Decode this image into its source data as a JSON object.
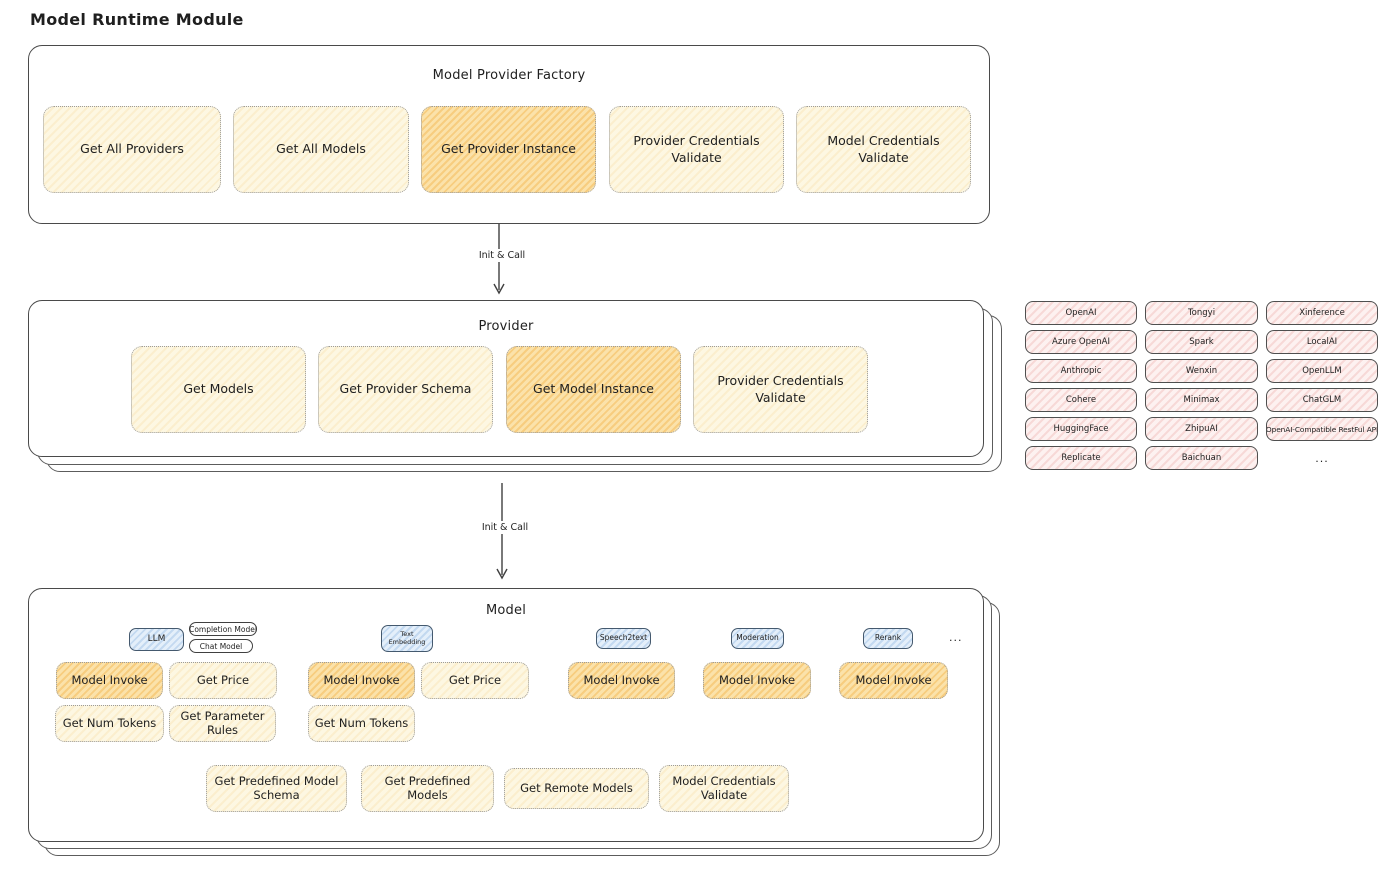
{
  "page": {
    "title": "Model Runtime Module"
  },
  "factory": {
    "title": "Model Provider Factory",
    "boxes": [
      {
        "label": "Get All Providers",
        "variant": "light"
      },
      {
        "label": "Get All Models",
        "variant": "light"
      },
      {
        "label": "Get Provider Instance",
        "variant": "dark"
      },
      {
        "label": "Provider Credentials Validate",
        "variant": "light"
      },
      {
        "label": "Model Credentials Validate",
        "variant": "light"
      }
    ]
  },
  "arrow1": {
    "label": "Init & Call"
  },
  "arrow2": {
    "label": "Init & Call"
  },
  "provider": {
    "title": "Provider",
    "boxes": [
      {
        "label": "Get Models",
        "variant": "light"
      },
      {
        "label": "Get Provider Schema",
        "variant": "light"
      },
      {
        "label": "Get Model Instance",
        "variant": "dark"
      },
      {
        "label": "Provider Credentials Validate",
        "variant": "light"
      }
    ]
  },
  "providers_grid": {
    "rows": [
      [
        "OpenAI",
        "Tongyi",
        "Xinference"
      ],
      [
        "Azure OpenAI",
        "Spark",
        "LocalAI"
      ],
      [
        "Anthropic",
        "Wenxin",
        "OpenLLM"
      ],
      [
        "Cohere",
        "Minimax",
        "ChatGLM"
      ],
      [
        "HuggingFace",
        "ZhipuAI",
        "OpenAI-Compatible RestFul API"
      ],
      [
        "Replicate",
        "Baichuan",
        "..."
      ]
    ]
  },
  "model": {
    "title": "Model",
    "tags": {
      "llm": "LLM",
      "completion_model": "Completion Model",
      "chat_model": "Chat Model",
      "text_embedding": "Text Embedding",
      "speech2text": "Speech2text",
      "moderation": "Moderation",
      "rerank": "Rerank",
      "more": "..."
    },
    "llm_ops": [
      "Model Invoke",
      "Get Price",
      "Get Num Tokens",
      "Get Parameter Rules"
    ],
    "embedding_ops": [
      "Model Invoke",
      "Get Price",
      "Get Num Tokens"
    ],
    "speech2text_ops": [
      "Model Invoke"
    ],
    "moderation_ops": [
      "Model Invoke"
    ],
    "rerank_ops": [
      "Model Invoke"
    ],
    "common_ops": [
      "Get Predefined Model Schema",
      "Get Predefined Models",
      "Get Remote Models",
      "Model Credentials Validate"
    ]
  },
  "colors": {
    "node_yellow_light": "#fdf7e2",
    "node_yellow_dark": "#fbe3ad",
    "provider_pink": "#fdf1f0",
    "tag_blue": "#e4effa",
    "outline": "#4a4a4a"
  }
}
